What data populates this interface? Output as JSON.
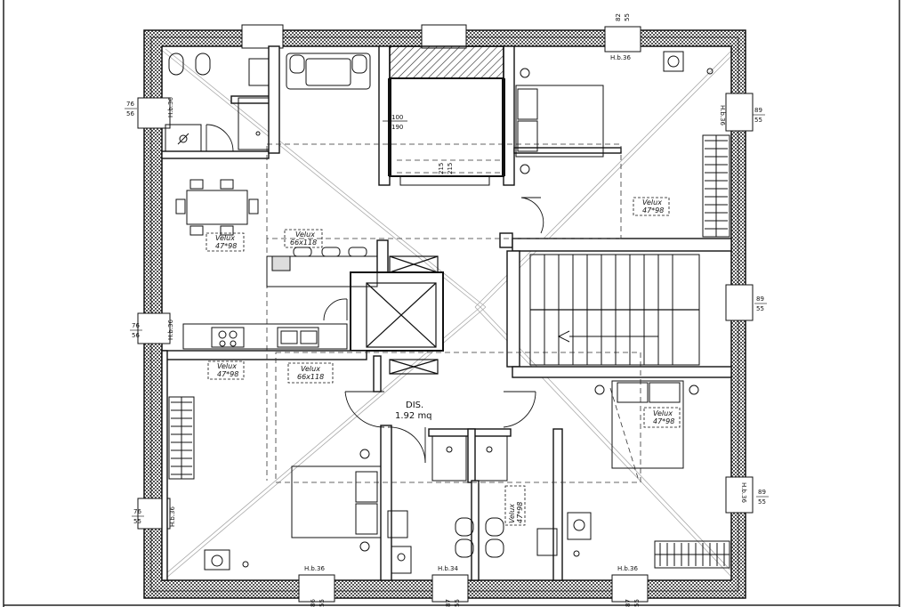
{
  "rooms": {
    "dis_name": "DIS.",
    "dis_area": "1.92 mq"
  },
  "velux": [
    {
      "id": "v1",
      "line1": "Velux",
      "line2": "47*98"
    },
    {
      "id": "v2",
      "line1": "Velux",
      "line2": "66x118"
    },
    {
      "id": "v3",
      "line1": "Velux",
      "line2": "47*98"
    },
    {
      "id": "v4",
      "line1": "Velux",
      "line2": "47*98"
    },
    {
      "id": "v5",
      "line1": "Velux",
      "line2": "66x118"
    },
    {
      "id": "v6",
      "line1": "Velux",
      "line2": "47*98"
    },
    {
      "id": "v7",
      "line1": "Velux",
      "line2": "47*98"
    }
  ],
  "windows": [
    {
      "id": "w-left-top",
      "top": "76",
      "bottom": "56",
      "hb": "H.b.36"
    },
    {
      "id": "w-left-mid",
      "top": "76",
      "bottom": "56",
      "hb": "H.b.36"
    },
    {
      "id": "w-left-bot",
      "top": "76",
      "bottom": "55",
      "hb": "H.b.36"
    },
    {
      "id": "w-right-top",
      "top": "89",
      "bottom": "55",
      "hb": "H.b.36"
    },
    {
      "id": "w-right-mid",
      "top": "89",
      "bottom": "55",
      "hb": ""
    },
    {
      "id": "w-right-bot",
      "top": "89",
      "bottom": "55",
      "hb": "H.b.36"
    },
    {
      "id": "w-top",
      "top": "82",
      "bottom": "55",
      "hb": "H.b.36"
    },
    {
      "id": "w-bottom-1",
      "top": "86",
      "bottom": "55",
      "hb": "H.b.36"
    },
    {
      "id": "w-bottom-2",
      "top": "87",
      "bottom": "55",
      "hb": "H.b.34"
    },
    {
      "id": "w-bottom-3",
      "top": "87",
      "bottom": "55",
      "hb": "H.b.36"
    }
  ],
  "elevator": {
    "w": "100",
    "h": "190"
  },
  "stair_height": {
    "a": "215",
    "b": "215"
  }
}
